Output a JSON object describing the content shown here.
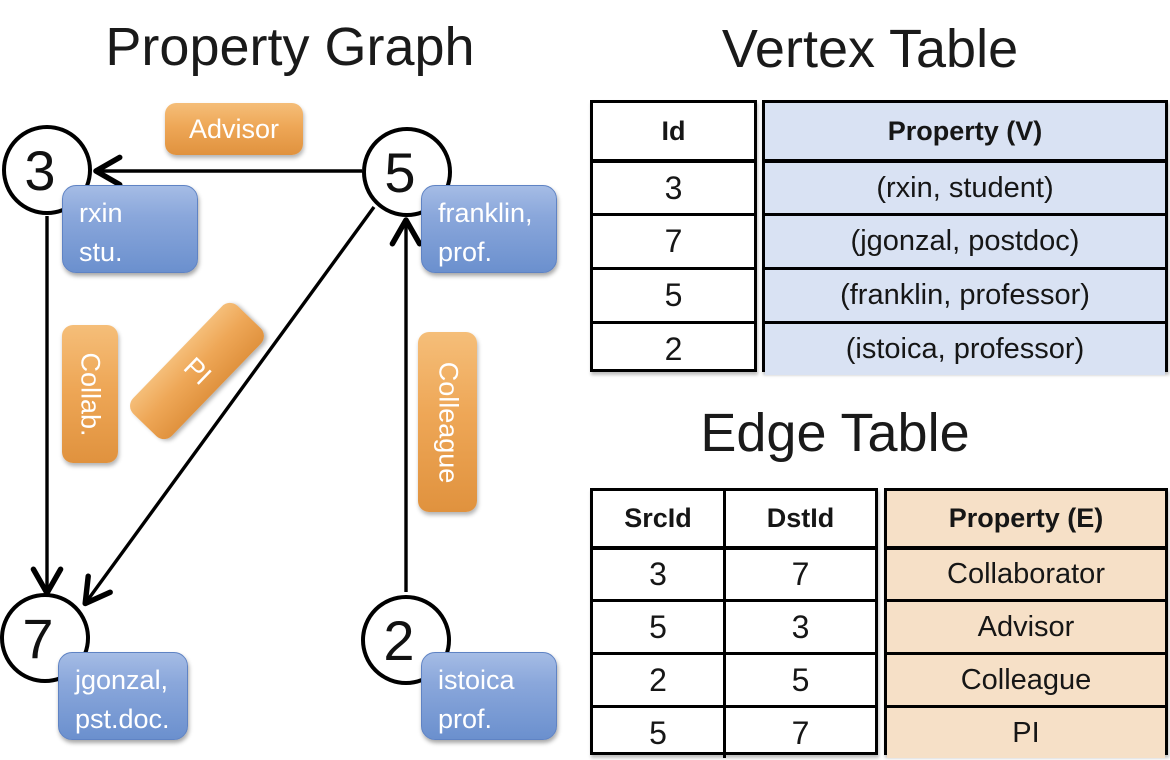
{
  "colors": {
    "vertex_property_fill": "#D9E2F3",
    "edge_property_fill": "#F6E0C7",
    "edge_label_orange_top": "#F5BE79",
    "edge_label_orange_bottom": "#E0923E",
    "vertex_card_blue_top": "#A5BCE5",
    "vertex_card_blue_bottom": "#6B90CE",
    "line_color": "#000000"
  },
  "graph": {
    "title": "Property Graph",
    "nodes": [
      {
        "id": "3",
        "prop_line1": "rxin",
        "prop_line2": "stu."
      },
      {
        "id": "5",
        "prop_line1": "franklin,",
        "prop_line2": "prof."
      },
      {
        "id": "7",
        "prop_line1": "jgonzal,",
        "prop_line2": "pst.doc."
      },
      {
        "id": "2",
        "prop_line1": "istoica",
        "prop_line2": "prof."
      }
    ],
    "edge_labels": {
      "advisor": "Advisor",
      "collab": "Collab.",
      "pi": "PI",
      "colleague": "Colleague"
    }
  },
  "vertex_table": {
    "title": "Vertex Table",
    "columns": {
      "id": "Id",
      "property": "Property (V)"
    },
    "rows": [
      {
        "id": "3",
        "property": "(rxin, student)"
      },
      {
        "id": "7",
        "property": "(jgonzal, postdoc)"
      },
      {
        "id": "5",
        "property": "(franklin, professor)"
      },
      {
        "id": "2",
        "property": "(istoica, professor)"
      }
    ]
  },
  "edge_table": {
    "title": "Edge Table",
    "columns": {
      "src": "SrcId",
      "dst": "DstId",
      "property": "Property (E)"
    },
    "rows": [
      {
        "src": "3",
        "dst": "7",
        "property": "Collaborator"
      },
      {
        "src": "5",
        "dst": "3",
        "property": "Advisor"
      },
      {
        "src": "2",
        "dst": "5",
        "property": "Colleague"
      },
      {
        "src": "5",
        "dst": "7",
        "property": "PI"
      }
    ]
  }
}
